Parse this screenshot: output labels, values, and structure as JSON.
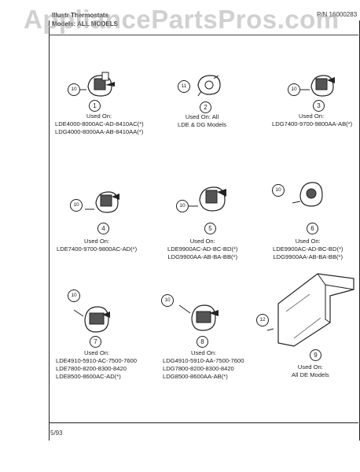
{
  "watermark": "AppliancePartsPros.com",
  "header": {
    "line1": "Illustr  Thermostats",
    "line2": "Models:  ALL MODELS",
    "part_number": "P/N 16000283"
  },
  "footer": {
    "date": "5/93"
  },
  "used_on_label": "Used On:",
  "parts": [
    {
      "number": "1",
      "callout": "10",
      "models": [
        "LDE4000-8000AC-AD-8410AC(*)",
        "LDG4000-8000AA-AB-8410AA(*)"
      ]
    },
    {
      "number": "2",
      "callout": "11",
      "models": [
        "All",
        "LDE & DG Models"
      ]
    },
    {
      "number": "3",
      "callout": "10",
      "models": [
        "LDG7400-9700-9800AA-AB(*)"
      ]
    },
    {
      "number": "4",
      "callout": "10",
      "models": [
        "LDE7400-9700-9800AC-AD(*)"
      ]
    },
    {
      "number": "5",
      "callout": "10",
      "models": [
        "LDE9900AC-AD-BC-BD(*)",
        "LDG9900AA-AB-BA-BB(*)"
      ]
    },
    {
      "number": "6",
      "callout": "10",
      "models": [
        "LDE9900AC-AD-BC-BD(*)",
        "LDG9900AA-AB-BA-BB(*)"
      ]
    },
    {
      "number": "7",
      "callout": "10",
      "models": [
        "LDE4910-5910-AC-7500-7600",
        "LDE7800-8200-8300-8420",
        "LDE8500-8600AC-AD(*)"
      ]
    },
    {
      "number": "8",
      "callout": "10",
      "models": [
        "LDG4910-5910-AA-7500-7600",
        "LDG7800-8200-8300-8420",
        "LDG8500-8600AA-AB(*)"
      ]
    },
    {
      "number": "9",
      "callout": "12",
      "models": [
        "All DE Models"
      ]
    }
  ]
}
